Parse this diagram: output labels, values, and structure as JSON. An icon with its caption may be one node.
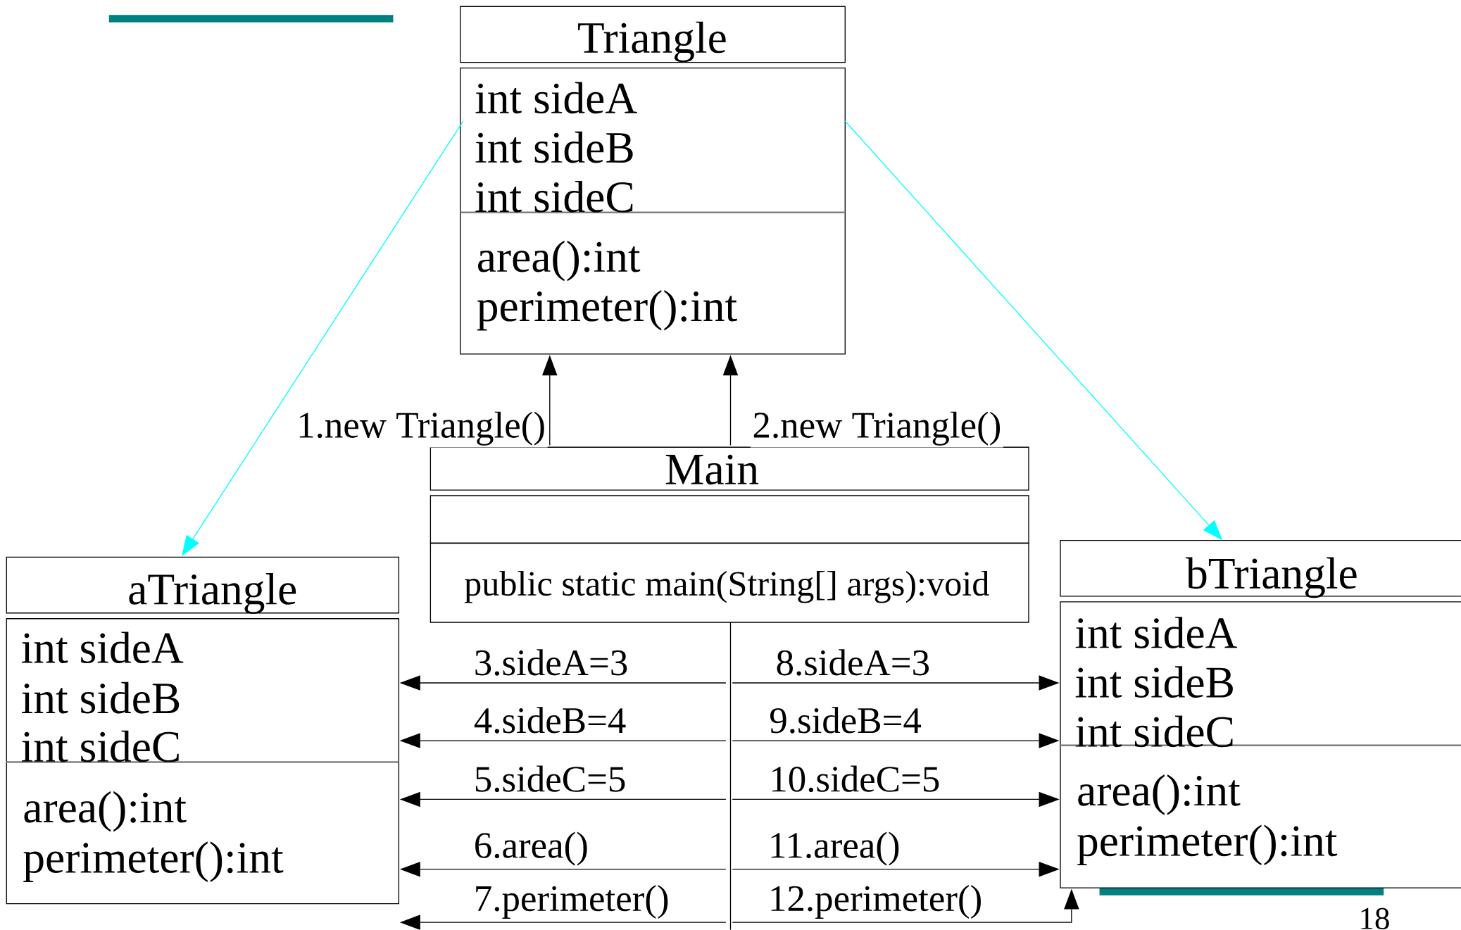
{
  "diagram": {
    "nodes": [
      {
        "text": [
          "Triangle",
          "int sideA",
          "int sideB",
          "int sideC",
          "area():int",
          "perimeter():int"
        ]
      },
      {
        "text": [
          "Main",
          "public static main(String[] args):void"
        ]
      },
      {
        "text": [
          "aTriangle",
          "int sideA",
          "int sideB",
          "int sideC",
          "area():int",
          "perimeter():int"
        ]
      },
      {
        "text": [
          "bTriangle",
          "int sideA",
          "int sideB",
          "int sideC",
          "area():int",
          "perimeter():int"
        ]
      }
    ],
    "edges": [
      {
        "from": 1,
        "to": 0,
        "arrow": "to",
        "label": "1.new Triangle()"
      },
      {
        "from": 1,
        "to": 0,
        "arrow": "to",
        "label": "2.new Triangle()"
      },
      {
        "from": 0,
        "to": 2,
        "arrow": "to",
        "color": "#00ffff"
      },
      {
        "from": 0,
        "to": 3,
        "arrow": "to",
        "color": "#00ffff"
      },
      {
        "from": 1,
        "to": 2,
        "arrow": "to",
        "label": "3.sideA=3"
      },
      {
        "from": 1,
        "to": 2,
        "arrow": "to",
        "label": "4.sideB=4"
      },
      {
        "from": 1,
        "to": 2,
        "arrow": "to",
        "label": "5.sideC=5"
      },
      {
        "from": 1,
        "to": 2,
        "arrow": "to",
        "label": "6.area()"
      },
      {
        "from": 1,
        "to": 2,
        "arrow": "to",
        "label": "7.perimeter()"
      },
      {
        "from": 1,
        "to": 3,
        "arrow": "to",
        "label": "8.sideA=3"
      },
      {
        "from": 1,
        "to": 3,
        "arrow": "to",
        "label": "9.sideB=4"
      },
      {
        "from": 1,
        "to": 3,
        "arrow": "to",
        "label": "10.sideC=5"
      },
      {
        "from": 1,
        "to": 3,
        "arrow": "to",
        "label": "11.area()"
      },
      {
        "from": 1,
        "to": 3,
        "arrow": "to",
        "label": "12.perimeter()"
      }
    ],
    "labels": [
      "18"
    ]
  }
}
